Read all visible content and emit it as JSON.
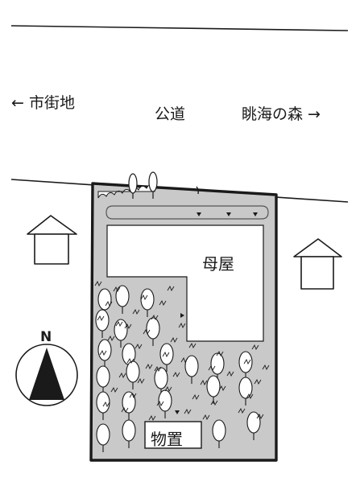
{
  "road": {
    "left_label": "← 市街地",
    "center_label": "公道",
    "right_label": "眺海の森 →"
  },
  "plot": {
    "main_house_label": "母屋",
    "shed_label": "物置"
  },
  "compass": {
    "north_label": "N"
  },
  "colors": {
    "ink": "#1a1a1a",
    "plot_fill": "#c9c9c9",
    "building_fill": "#ffffff"
  },
  "icons": [
    "neighbor-house-icon",
    "tree-icon",
    "north-arrow-icon"
  ]
}
